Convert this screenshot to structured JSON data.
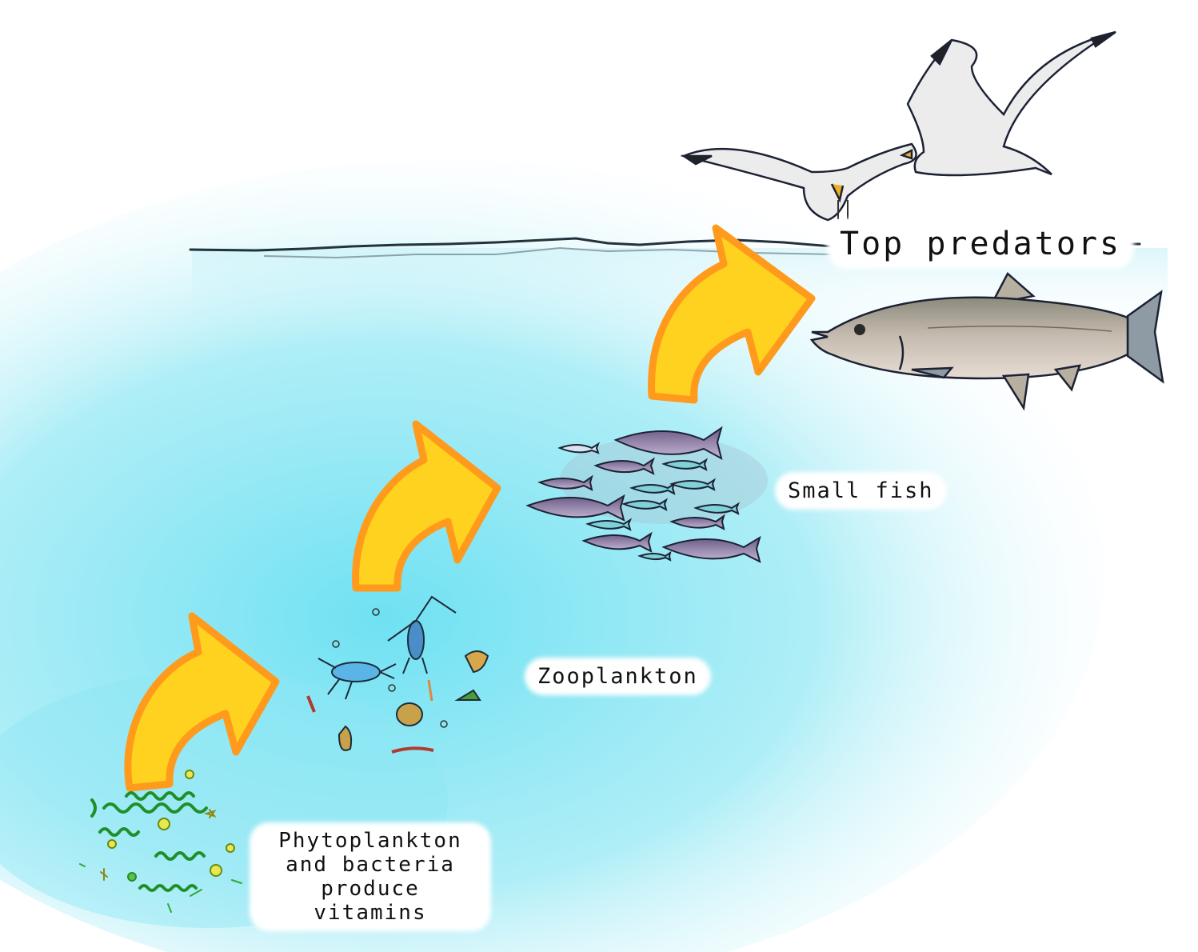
{
  "labels": {
    "top_predators": "Top predators",
    "small_fish": "Small fish",
    "zooplankton": "Zooplankton",
    "phytoplankton": [
      "Phytoplankton",
      "and bacteria",
      "produce vitamins"
    ]
  },
  "stages": [
    "phytoplankton",
    "zooplankton",
    "small-fish",
    "top-predators"
  ],
  "icons": [
    "phytoplankton-icon",
    "zooplankton-icon",
    "small-fish-school-icon",
    "salmon-icon",
    "seagull-icon",
    "arrow-icon"
  ],
  "colors": {
    "water": "#7fdff0",
    "arrow_fill": "#ffd21f",
    "arrow_outline": "#ff9a1c",
    "phyto_green": "#2faa2f",
    "seagull": "#e8e8e8",
    "salmon": "#b9b0a6"
  }
}
